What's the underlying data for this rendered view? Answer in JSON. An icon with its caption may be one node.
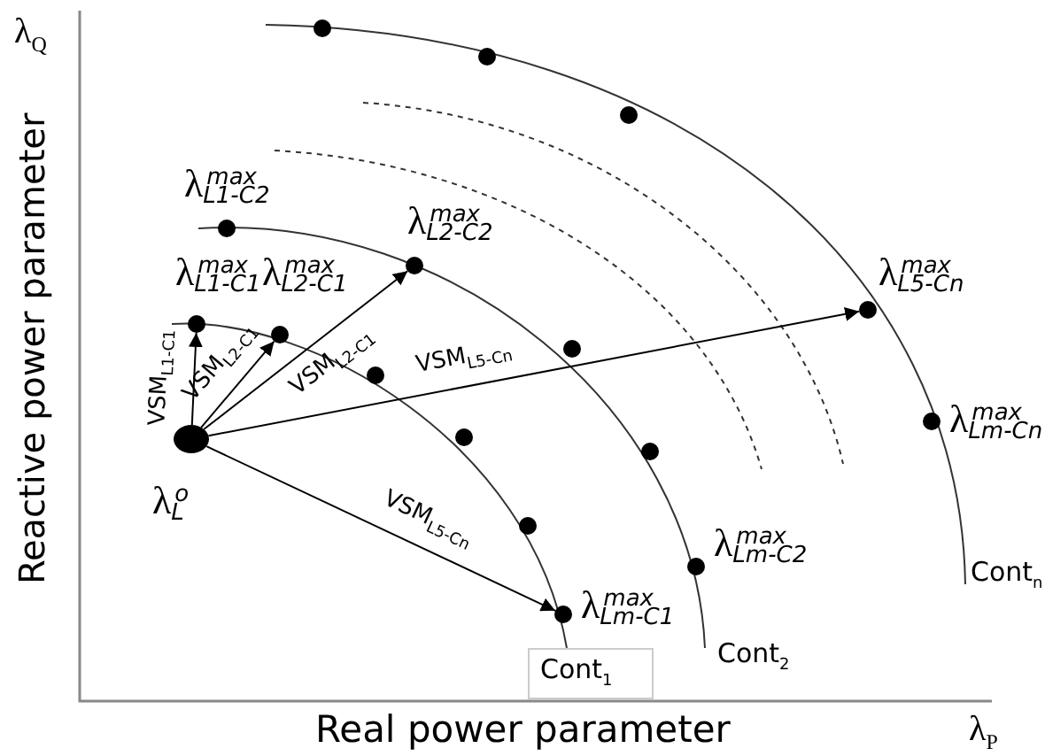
{
  "diagram": {
    "nodes": [
      {
        "text": [],
        "shape": "circle",
        "beside": [
          "λ$^{o}$$_{L}$"
        ]
      },
      {
        "text": [],
        "shape": "circle",
        "beside": [
          "λ$^{max}$$_{L1-C1}$"
        ]
      },
      {
        "text": [],
        "shape": "circle",
        "beside": [
          "λ$^{max}$$_{L2-C1}$"
        ]
      },
      {
        "text": [],
        "shape": "circle"
      },
      {
        "text": [],
        "shape": "circle"
      },
      {
        "text": [],
        "shape": "circle"
      },
      {
        "text": [],
        "shape": "circle",
        "beside": [
          "λ$^{max}$$_{Lm-C1}$"
        ]
      },
      {
        "text": [],
        "shape": "circle",
        "beside": [
          "λ$^{max}$$_{L1-C2}$"
        ]
      },
      {
        "text": [],
        "shape": "circle",
        "beside": [
          "λ$^{max}$$_{L2-C2}$"
        ]
      },
      {
        "text": [],
        "shape": "circle"
      },
      {
        "text": [],
        "shape": "circle"
      },
      {
        "text": [],
        "shape": "circle",
        "beside": [
          "λ$^{max}$$_{Lm-C2}$"
        ]
      },
      {
        "text": [],
        "shape": "circle"
      },
      {
        "text": [],
        "shape": "circle"
      },
      {
        "text": [],
        "shape": "circle"
      },
      {
        "text": [],
        "shape": "circle",
        "beside": [
          "λ$^{max}$$_{L5-Cn}$"
        ]
      },
      {
        "text": [],
        "shape": "circle",
        "beside": [
          "λ$^{max}$$_{Lm-Cn}$"
        ]
      }
    ],
    "edges": [
      {
        "from": 0,
        "to": 1,
        "arrow": "to",
        "label": "VSM$_{L1-C1}$"
      },
      {
        "from": 0,
        "to": 2,
        "arrow": "to",
        "label": "VSM$_{L2-C1}$"
      },
      {
        "from": 0,
        "to": 8,
        "arrow": "to",
        "label": "VSM$_{L2-C1}$"
      },
      {
        "from": 0,
        "to": 15,
        "arrow": "to",
        "label": "VSM$_{L5-Cn}$"
      },
      {
        "from": 0,
        "to": 6,
        "arrow": "to",
        "label": "VSM$_{L5-Cn}$"
      }
    ],
    "labels": [
      "λ$_{Q}$",
      "Reactive power parameter",
      "Real power parameter",
      "λ$_{P}$",
      "Cont$_{1}$",
      "Cont$_{2}$",
      "Cont$_{n}$"
    ]
  }
}
